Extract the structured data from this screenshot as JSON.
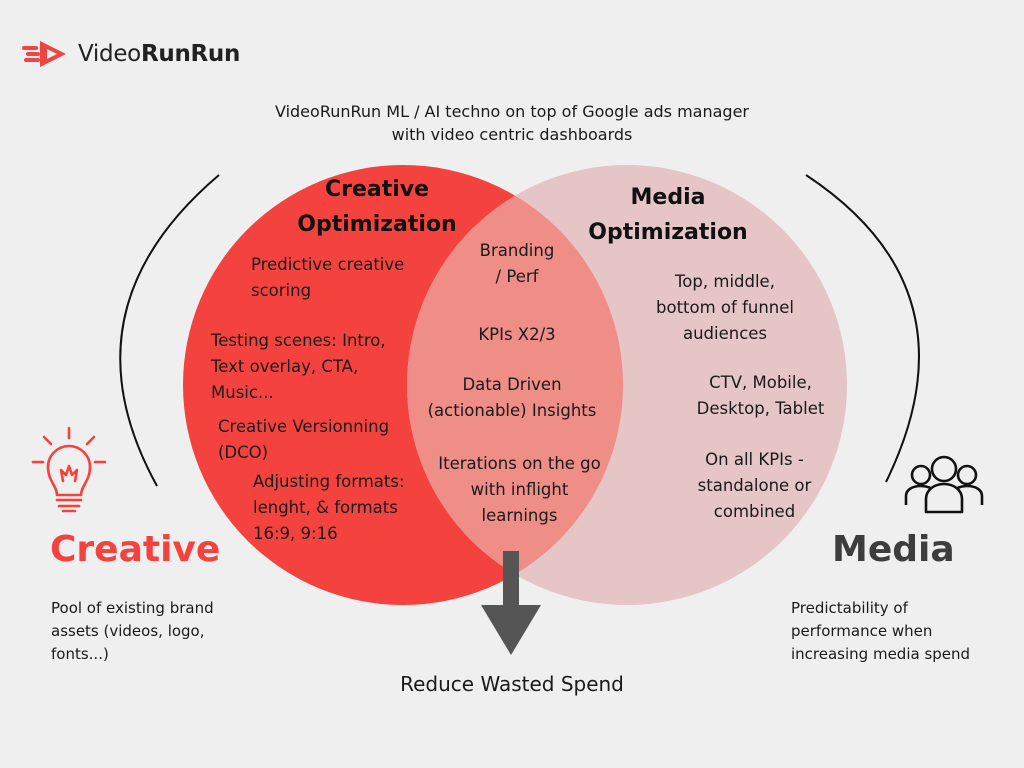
{
  "brand": {
    "name_regular": "Video",
    "name_bold": "RunRun",
    "logo_color": "#ef4444"
  },
  "top_caption": {
    "line1": "VideoRunRun ML / AI techno on top of Google ads manager",
    "line2": "with video centric dashboards"
  },
  "creative_circle": {
    "title_line1": "Creative",
    "title_line2": "Optimization",
    "color": "#f4433f",
    "items": [
      "Predictive creative",
      "scoring",
      "Testing scenes: Intro,",
      "Text overlay, CTA,",
      "Music...",
      "Creative Versionning",
      "(DCO)",
      "Adjusting formats:",
      "lenght, & formats",
      "16:9, 9:16"
    ]
  },
  "media_circle": {
    "title_line1": "Media",
    "title_line2": "Optimization",
    "color": "#e5c5c5",
    "items": [
      "Top, middle,",
      "bottom of funnel",
      "audiences",
      "CTV, Mobile,",
      "Desktop, Tablet",
      "On all KPIs -",
      "standalone or",
      "combined"
    ]
  },
  "overlap": {
    "color": "#ef8d87",
    "items": [
      "Branding",
      "/ Perf",
      "KPIs X2/3",
      "Data Driven",
      "(actionable) Insights",
      "Iterations on the go",
      "with inflight",
      "learnings"
    ]
  },
  "left_panel": {
    "icon": "lightbulb-icon",
    "title": "Creative",
    "title_color": "#f4433f",
    "desc_line1": "Pool of existing brand",
    "desc_line2": "assets (videos, logo,",
    "desc_line3": "fonts...)"
  },
  "right_panel": {
    "icon": "people-group-icon",
    "title": "Media",
    "title_color": "#3d3d3d",
    "desc_line1": "Predictability of",
    "desc_line2": "performance when",
    "desc_line3": "increasing media spend"
  },
  "bottom_caption": "Reduce Wasted Spend",
  "arrow_color": "#555555"
}
